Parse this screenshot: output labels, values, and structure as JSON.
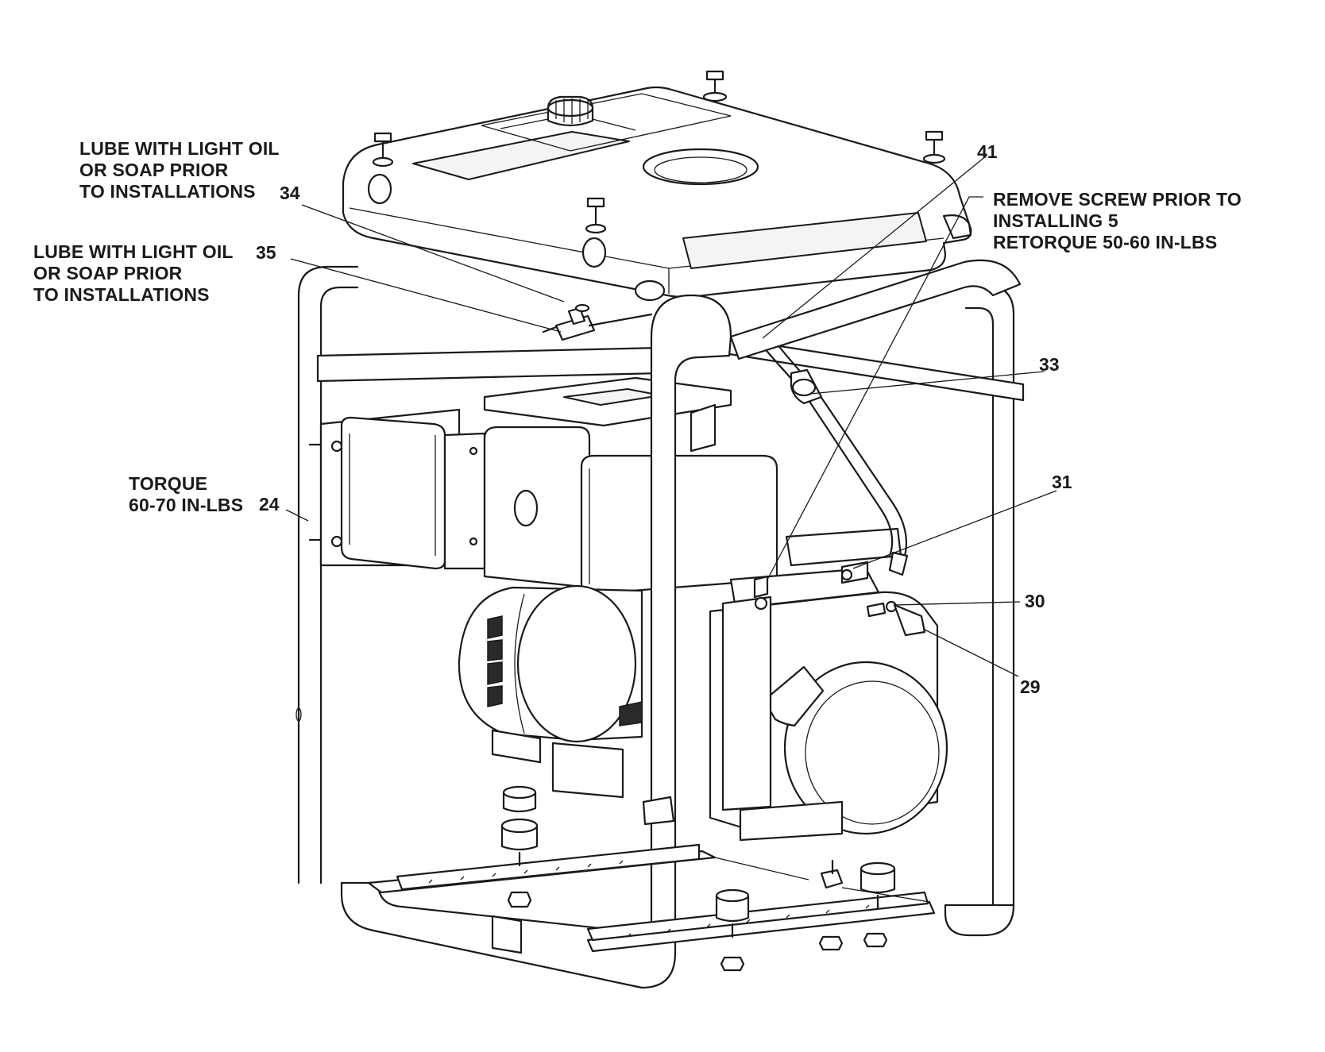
{
  "notes": {
    "lube_1": [
      "LUBE WITH LIGHT OIL",
      "OR SOAP PRIOR",
      "TO INSTALLATIONS"
    ],
    "lube_2": [
      "LUBE WITH LIGHT OIL",
      "OR SOAP PRIOR",
      "TO INSTALLATIONS"
    ],
    "remove_screw": [
      "REMOVE SCREW PRIOR TO",
      "INSTALLING 5",
      "RETORQUE 50-60 IN-LBS"
    ],
    "torque": [
      "TORQUE",
      "60-70 IN-LBS"
    ]
  },
  "callouts": {
    "c34": "34",
    "c35": "35",
    "c41": "41",
    "c33": "33",
    "c31": "31",
    "c30": "30",
    "c29": "29",
    "c24": "24"
  }
}
